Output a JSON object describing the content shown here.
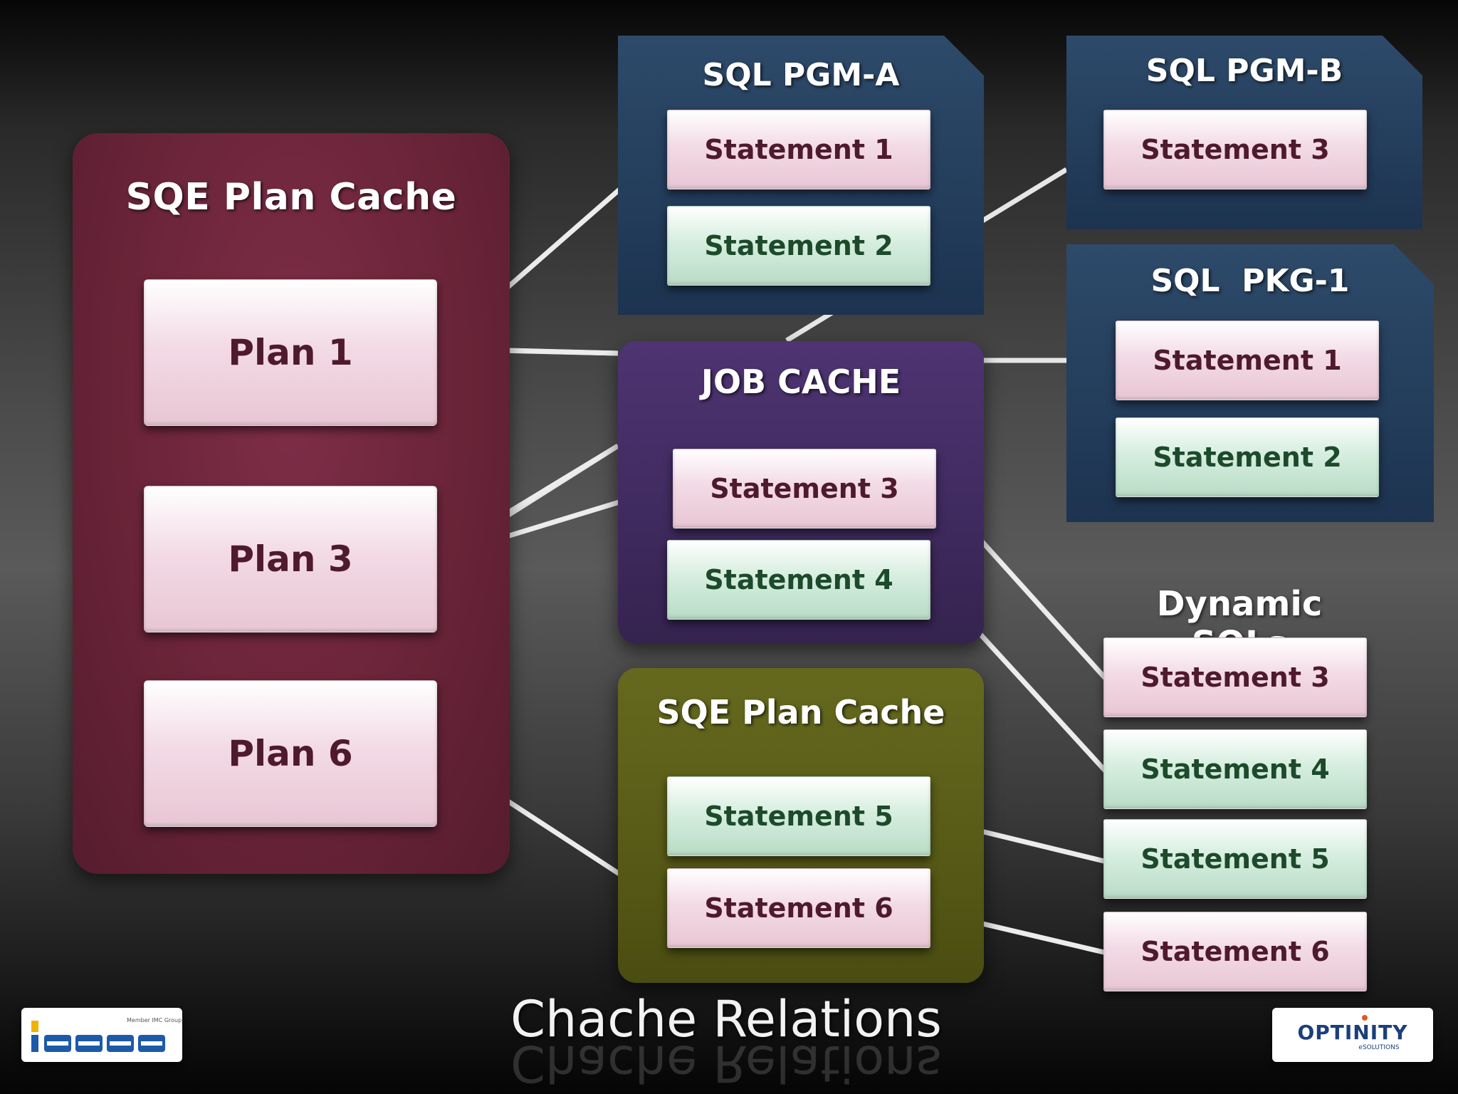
{
  "left_cache": {
    "title": "SQE Plan Cache",
    "plans": [
      "Plan 1",
      "Plan 3",
      "Plan 6"
    ]
  },
  "sql_pgm_a": {
    "title": "SQL PGM-A",
    "statements": [
      "Statement 1",
      "Statement 2"
    ]
  },
  "sql_pgm_b": {
    "title": "SQL PGM-B",
    "statements": [
      "Statement 3"
    ]
  },
  "sql_pkg_1": {
    "title": "SQL  PKG-1",
    "statements": [
      "Statement 1",
      "Statement 2"
    ]
  },
  "job_cache": {
    "title": "JOB CACHE",
    "statements": [
      "Statement 3",
      "Statement 4"
    ]
  },
  "lower_cache": {
    "title": "SQE Plan Cache",
    "statements": [
      "Statement 5",
      "Statement 6"
    ]
  },
  "dynamic_sqls": {
    "label": "Dynamic SQLs",
    "statements": [
      "Statement 3",
      "Statement 4",
      "Statement 5",
      "Statement 6"
    ]
  },
  "footer": {
    "title": "Chache Relations"
  },
  "colors": {
    "maroon_panel": "#6a2439",
    "navy_panel": "#233d5b",
    "purple_panel": "#3f2a5e",
    "olive_panel": "#575a16",
    "pink_box": "#f3dbe6",
    "green_box": "#d6eedf",
    "connector": "#ececec"
  }
}
